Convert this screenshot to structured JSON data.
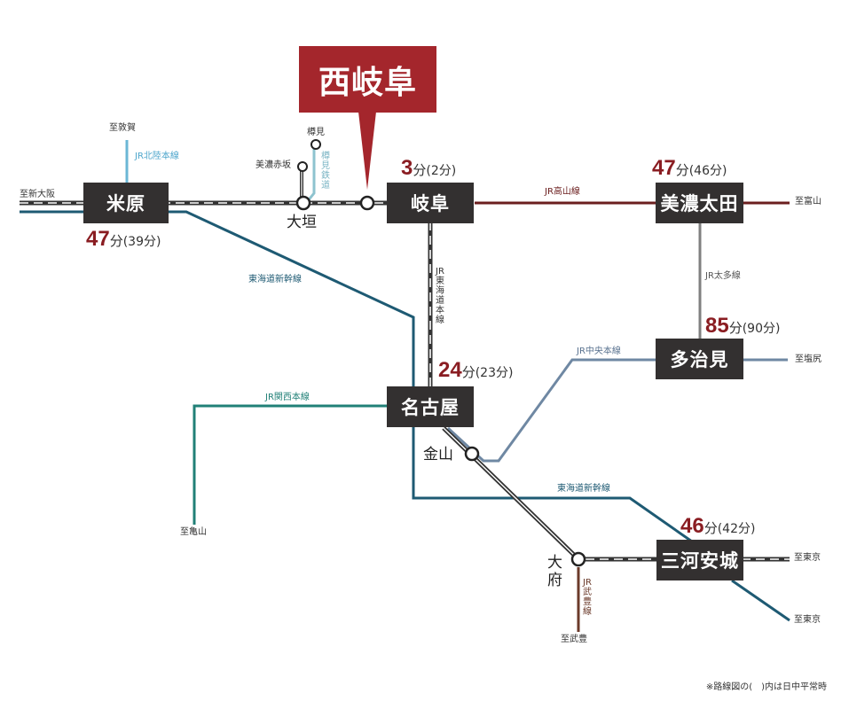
{
  "callout": {
    "label": "西岐阜",
    "color": "#a4262c"
  },
  "stations": {
    "maibara": {
      "name": "米原",
      "time": "47",
      "unit": "分",
      "sub": "(39分)"
    },
    "gifu": {
      "name": "岐阜",
      "time": "3",
      "unit": "分",
      "sub": "(2分)"
    },
    "minokamo": {
      "name": "美濃太田",
      "time": "47",
      "unit": "分",
      "sub": "(46分)"
    },
    "tajimi": {
      "name": "多治見",
      "time": "85",
      "unit": "分",
      "sub": "(90分)"
    },
    "nagoya": {
      "name": "名古屋",
      "time": "24",
      "unit": "分",
      "sub": "(23分)"
    },
    "mikawaanjo": {
      "name": "三河安城",
      "time": "46",
      "unit": "分",
      "sub": "(42分)"
    }
  },
  "minor_stations": {
    "ogaki": "大垣",
    "kanayama": "金山",
    "obu": "大府",
    "tarumi": "樽見",
    "minoakasaka": "美濃赤坂"
  },
  "lines": {
    "hokuriku": "JR北陸本線",
    "tokaido_shinkansen_1": "東海道新幹線",
    "tokaido_shinkansen_2": "東海道新幹線",
    "takayama": "JR高山線",
    "tokaido_main": "JR東海道本線",
    "taita": "JR太多線",
    "chuo": "JR中央本線",
    "kansai": "JR関西本線",
    "taketoyo": "JR武豊線",
    "tarumi_rail": "樽見鉄道"
  },
  "destinations": {
    "tsuruga": "至敦賀",
    "shin_osaka": "至新大阪",
    "toyama": "至富山",
    "shiojiri": "至塩尻",
    "kameyama": "至亀山",
    "tokyo_1": "至東京",
    "tokyo_2": "至東京",
    "taketoyo": "至武豊"
  },
  "footnote": "※路線図の(　)内は日中平常時",
  "colors": {
    "station_box": "#333030",
    "time_accent": "#8a1d22",
    "shinkansen": "#1e5a73",
    "hokuriku": "#6bb7d6",
    "takayama": "#6b1e1e",
    "taita": "#808080",
    "chuo": "#6f88a3",
    "kansai": "#218077",
    "taketoyo": "#6b3a2a",
    "tarumi": "#8ec3cf"
  }
}
